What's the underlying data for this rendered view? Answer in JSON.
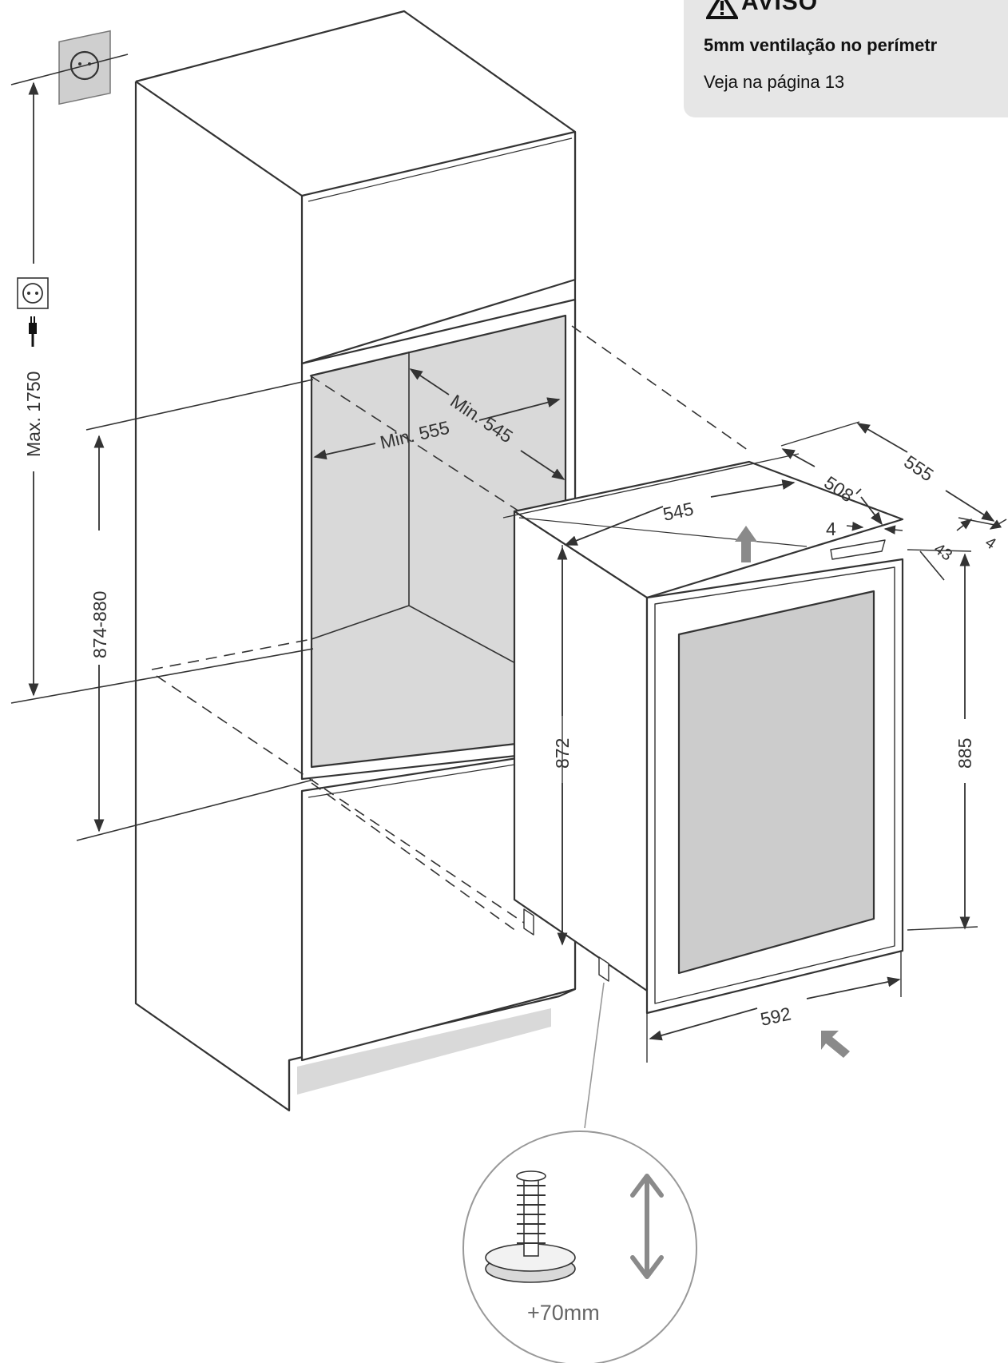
{
  "warning": {
    "title": "AVISO",
    "line1": "5mm ventilação no perímetr",
    "line2": "Veja na página 13"
  },
  "dimensions": {
    "max_height": "Max. 1750",
    "niche_height": "874-880",
    "niche_width": "Min. 555",
    "niche_depth": "Min. 545",
    "appliance_depth": "545",
    "depth_508": "508",
    "depth_555": "555",
    "gap_4_left": "4",
    "gap_43": "43",
    "gap_4_right": "4",
    "appliance_height_872": "872",
    "appliance_height_885": "885",
    "appliance_width": "592",
    "foot_adjust": "+70mm"
  },
  "colors": {
    "line": "#333333",
    "cavity": "#d9d9d9",
    "door_glass": "#cccccc",
    "warning_bg": "#e6e6e6",
    "arrow": "#8a8a8a"
  }
}
